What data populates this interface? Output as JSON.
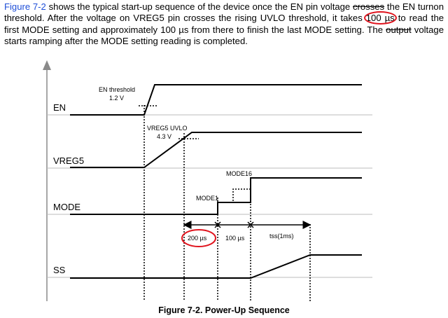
{
  "paragraph": {
    "figure_ref": "Figure 7-2",
    "p1": " shows the typical start-up sequence of the device once the EN pin voltage ",
    "p2": "crosses",
    "p3": " the EN turnon threshold. After the voltage on VREG5 pin crosses the rising UVLO threshold, it takes ",
    "p4": "100 µs",
    "p5": " to read the first MODE setting and approximately 100 µs from there to finish the last MODE setting. The ",
    "p6": "output",
    "p7": " voltage starts ramping after the MODE setting reading is completed."
  },
  "diagram": {
    "signals": {
      "en": "EN",
      "vreg5": "VREG5",
      "mode": "MODE",
      "ss": "SS"
    },
    "annotations": {
      "en_threshold": "EN threshold",
      "en_threshold_value": "1.2 V",
      "uvlo": "VREG5 UVLO",
      "uvlo_value": "4.3 V",
      "mode1": "MODE1",
      "mode16": "MODE16",
      "t1": "200 µs",
      "t2": "100 µs",
      "t3": "tss(1ms)"
    },
    "highlight_color": "#e0141e"
  },
  "caption": "Figure 7-2. Power-Up Sequence"
}
